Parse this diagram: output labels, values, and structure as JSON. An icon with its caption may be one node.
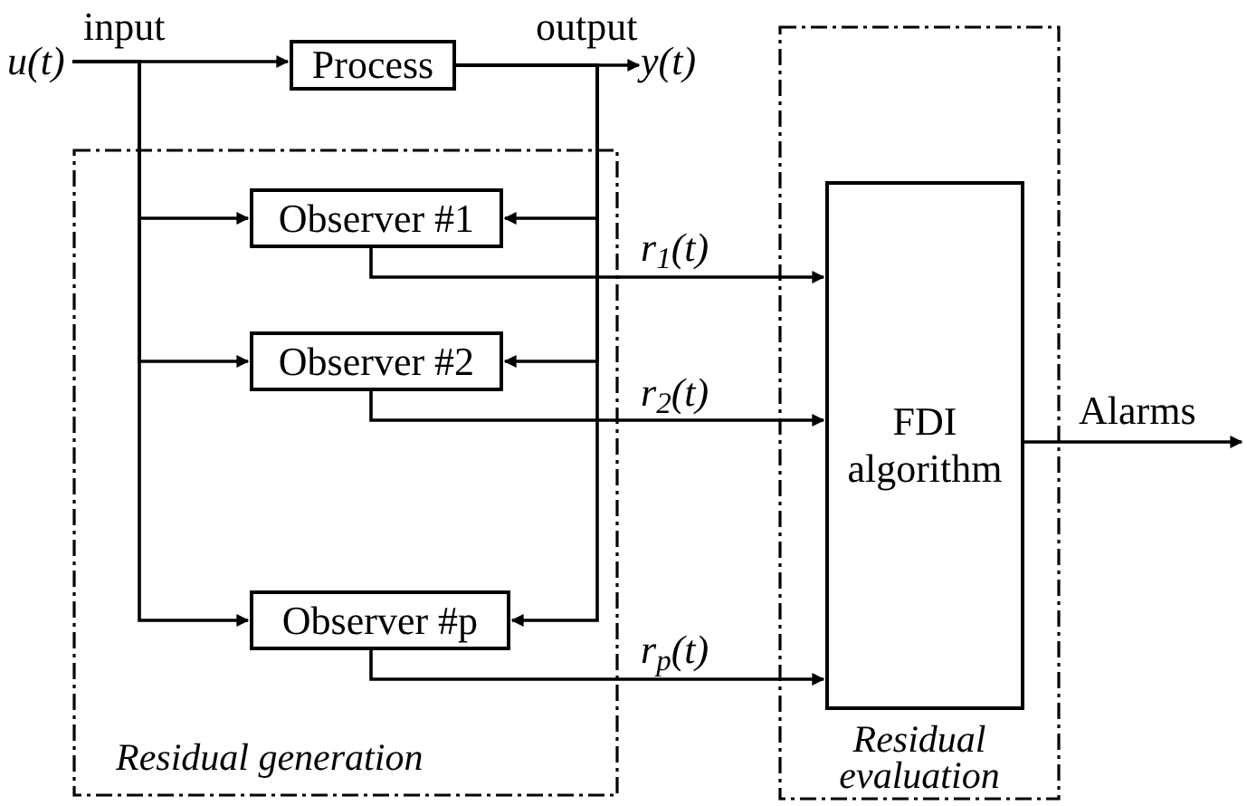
{
  "diagram": {
    "nodes": [
      {
        "text": [
          "u(t)"
        ]
      },
      {
        "text": [
          "Process"
        ]
      },
      {
        "text": [
          "y(t)"
        ]
      },
      {
        "text": [
          "Residual generation"
        ]
      },
      {
        "text": [
          "Observer #1"
        ],
        "in": 3
      },
      {
        "text": [
          "Observer #2"
        ],
        "in": 3
      },
      {
        "text": [
          "Observer #p"
        ],
        "in": 3
      },
      {
        "text": [
          "Residual evaluation"
        ]
      },
      {
        "text": [
          "FDI algorithm"
        ],
        "in": 7
      }
    ],
    "edges": [
      {
        "from": 0,
        "to": 1,
        "arrow": "to",
        "label": "input"
      },
      {
        "from": 1,
        "to": 2,
        "arrow": "to",
        "label": "output"
      },
      {
        "from": 0,
        "to": 4,
        "arrow": "to"
      },
      {
        "from": 0,
        "to": 5,
        "arrow": "to"
      },
      {
        "from": 0,
        "to": 6,
        "arrow": "to"
      },
      {
        "from": 1,
        "to": 4,
        "arrow": "to"
      },
      {
        "from": 1,
        "to": 5,
        "arrow": "to"
      },
      {
        "from": 1,
        "to": 6,
        "arrow": "to"
      },
      {
        "from": 4,
        "to": 8,
        "arrow": "to",
        "label": "r$_{1}$(t)"
      },
      {
        "from": 5,
        "to": 8,
        "arrow": "to",
        "label": "r$_{2}$(t)"
      },
      {
        "from": 6,
        "to": 8,
        "arrow": "to",
        "label": "r$_{p}$(t)"
      },
      {
        "from": 8,
        "to": null,
        "arrow": "to",
        "label": "Alarms"
      }
    ]
  }
}
